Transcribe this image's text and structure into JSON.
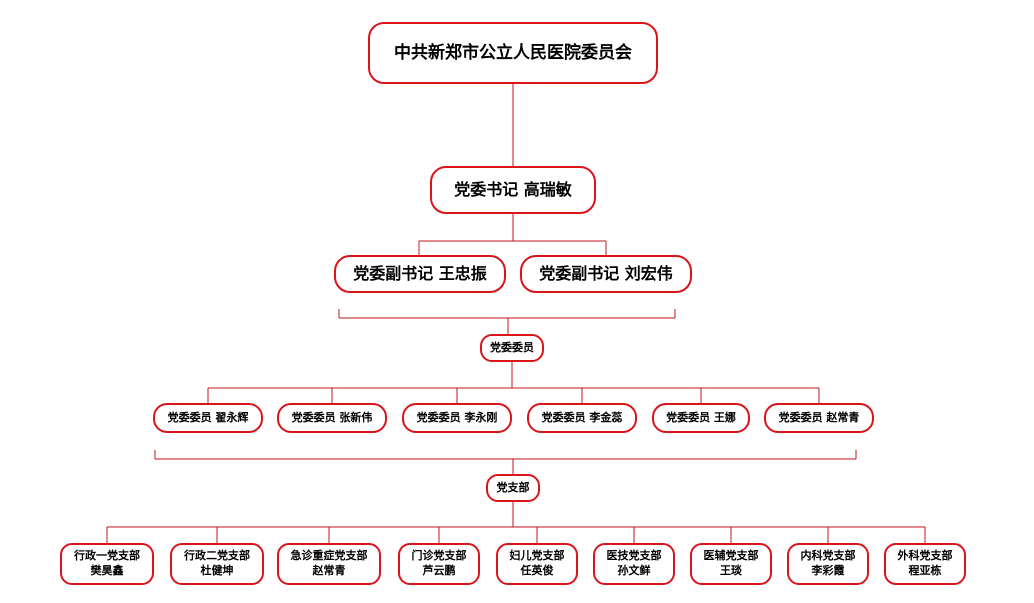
{
  "organization": "中共新郑市公立人民医院委员会",
  "secretary": "党委书记 高瑞敏",
  "deputy_secretaries": [
    "党委副书记 王忠振",
    "党委副书记 刘宏伟"
  ],
  "members_label": "党委委员",
  "members": [
    "党委委员 翟永辉",
    "党委委员 张新伟",
    "党委委员 李永刚",
    "党委委员 李金蕊",
    "党委委员 王娜",
    "党委委员 赵常青"
  ],
  "branches_label": "党支部",
  "branches": [
    {
      "name": "行政一党支部",
      "leader": "樊昊鑫"
    },
    {
      "name": "行政二党支部",
      "leader": "杜健坤"
    },
    {
      "name": "急诊重症党支部",
      "leader": "赵常青"
    },
    {
      "name": "门诊党支部",
      "leader": "芦云鹏"
    },
    {
      "name": "妇儿党支部",
      "leader": "任英俊"
    },
    {
      "name": "医技党支部",
      "leader": "孙文鲜"
    },
    {
      "name": "医辅党支部",
      "leader": "王琰"
    },
    {
      "name": "内科党支部",
      "leader": "李彩霞"
    },
    {
      "name": "外科党支部",
      "leader": "程亚栋"
    }
  ],
  "colors": {
    "accent": "#d9141b",
    "line": "#c0151b"
  }
}
